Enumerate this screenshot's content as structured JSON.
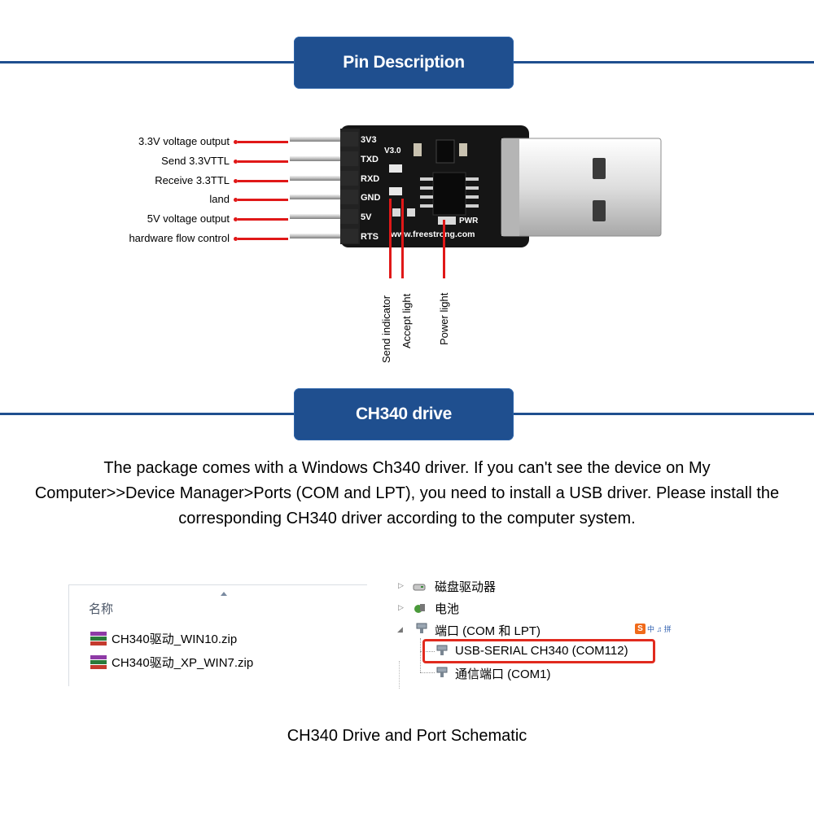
{
  "sections": {
    "pin_description_title": "Pin Description",
    "driver_title": "CH340 drive"
  },
  "colors": {
    "banner": "#1f4f8f",
    "rule": "#1f4f8f",
    "pin_line": "#e01818",
    "board": "#151515",
    "highlight": "#e12a1e"
  },
  "pins": {
    "labels": [
      "3.3V voltage output",
      "Send 3.3VTTL",
      "Receive 3.3TTL",
      "land",
      "5V voltage output",
      "hardware flow control"
    ],
    "silkscreen": [
      "3V3",
      "TXD",
      "RXD",
      "GND",
      "5V",
      "RTS"
    ]
  },
  "board": {
    "v_label": "V3.0",
    "website": "www.freestrong.com",
    "pwr_label": "PWR"
  },
  "indicators": [
    "Send indicator",
    "Accept light",
    "Power light"
  ],
  "description": "The package comes with a Windows Ch340 driver. If you can't see the device on My Computer>>Device Manager>Ports (COM and LPT), you need to install a USB driver. Please install the corresponding CH340 driver according to the computer system.",
  "explorer": {
    "column_header": "名称",
    "files": [
      "CH340驱动_WIN10.zip",
      "CH340驱动_XP_WIN7.zip"
    ]
  },
  "device_manager": {
    "items": [
      "磁盘驱动器",
      "电池",
      "端口 (COM 和 LPT)",
      "USB-SERIAL CH340 (COM112)",
      "通信端口 (COM1)"
    ],
    "ime_badge": "中 ♫ 拼",
    "ime_letter": "S"
  },
  "caption": "CH340 Drive and Port Schematic"
}
